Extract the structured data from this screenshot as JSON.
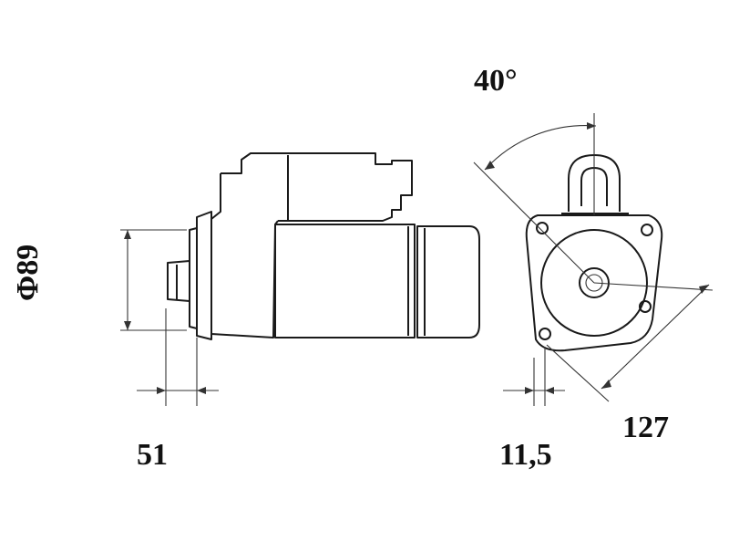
{
  "diagram": {
    "dimensions": {
      "angle": "40°",
      "diameter": "Φ89",
      "flange_distance": "51",
      "offset": "11,5",
      "length": "127"
    }
  }
}
